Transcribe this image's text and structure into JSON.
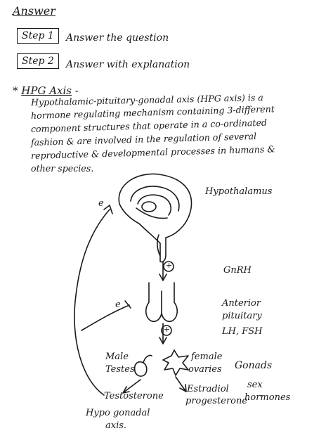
{
  "header": {
    "answer_label": "Answer",
    "step1_label": "Step 1",
    "step1_text": "Answer the question",
    "step2_label": "Step 2",
    "step2_text": "Answer with explanation"
  },
  "section": {
    "bullet": "*",
    "title": "HPG Axis",
    "dash": "-",
    "lines": [
      "Hypothalamic-pituitary-gonadal axis (HPG axis) is a",
      "hormone regulating mechanism containing 3-different",
      "component structures that operate in a co-ordinated",
      "fashion & are involved in the regulation of several",
      "reproductive & developmental processes in humans &",
      "other species."
    ]
  },
  "diagram": {
    "hypothalamus": "Hypothalamus",
    "gnrh": "GnRH",
    "anterior": "Anterior",
    "pituitary": "pituitary",
    "lh_fsh": "LH, FSH",
    "plus": "+",
    "feedback_mark": "e",
    "male": "Male",
    "testes": "Testes",
    "female": "female",
    "ovaries": "ovaries",
    "gonads": "Gonads",
    "testosterone": "Testosterone",
    "estradiol": "Estradiol",
    "progesterone": "progesterone",
    "sex": "sex",
    "hormones": "hormones",
    "caption_line1": "Hypo gonadal",
    "caption_line2": "axis."
  }
}
